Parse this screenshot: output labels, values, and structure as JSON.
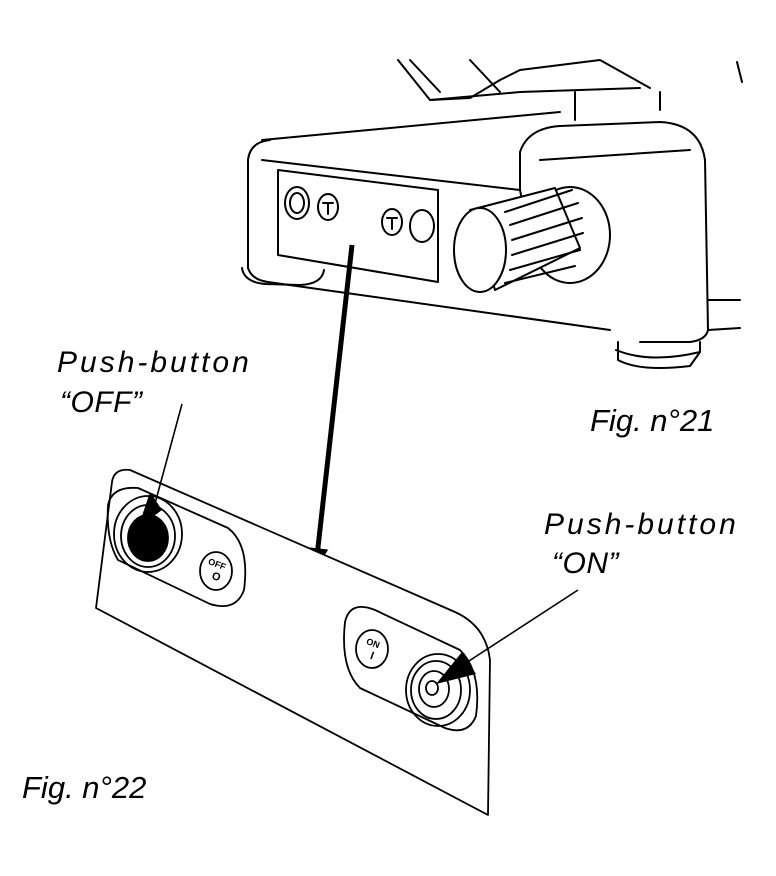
{
  "labels": {
    "off_title": "Push-button",
    "off_name": "“OFF”",
    "on_title": "Push-button",
    "on_name": "“ON”",
    "fig21": "Fig. n°21",
    "fig22": "Fig. n°22"
  },
  "panel": {
    "off_icon_text": "OFF",
    "off_icon_symbol": "O",
    "on_icon_text": "ON",
    "on_icon_symbol": "I"
  },
  "icons": [
    "off-symbol-icon",
    "on-symbol-icon",
    "pointer-arrow-icon"
  ],
  "colors": {
    "line": "#000000",
    "background": "#ffffff"
  }
}
